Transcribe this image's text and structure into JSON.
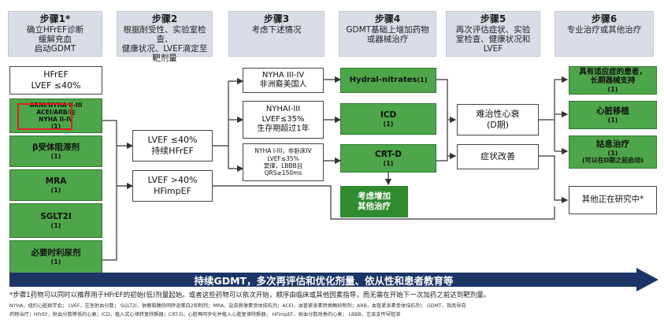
{
  "steps": [
    {
      "title": "步骤1*",
      "desc": [
        "确立HFrEF诊断",
        "缓解充血",
        "启动GDMT"
      ]
    },
    {
      "title": "步骤2",
      "desc": [
        "根据耐受性、实验室检查、",
        "健康状况、LVEF滴定至",
        "靶剂量"
      ]
    },
    {
      "title": "步骤3",
      "desc": [
        "考虑下述情况"
      ]
    },
    {
      "title": "步骤4",
      "desc": [
        "GDMT基础上增加药物",
        "或器械治疗"
      ]
    },
    {
      "title": "步骤5",
      "desc": [
        "再次评估症状、实验",
        "室检查、健康状况和",
        "LVEF"
      ]
    },
    {
      "title": "步骤6",
      "desc": [
        "专业治疗或其他治疗"
      ]
    }
  ],
  "col1": {
    "hfref_line1": "HFrEF",
    "hfref_line2": "LVEF ≤40%",
    "arni_line1": "ARNI/NYHA II-III",
    "arni_line2": "ACEI/ARB/在",
    "arni_line3": "NYHA II-IV",
    "arni_note": "(1)",
    "drugs": [
      {
        "name": "β受体阻滞剂",
        "note": "(1)"
      },
      {
        "name": "MRA",
        "note": "(1)"
      },
      {
        "name": "SGLT2I",
        "note": "(1)"
      },
      {
        "name": "必要时利尿剂",
        "note": "(1)"
      }
    ]
  },
  "col2": {
    "a_line1": "LVEF ≤40%",
    "a_line2": "持续HFrEF",
    "b_line1": "LVEF >40%",
    "b_line2": "HFimpEF"
  },
  "col3": [
    {
      "lines": [
        "NYHA III-IV",
        "非洲裔美国人"
      ]
    },
    {
      "lines": [
        "NYHAⅠ-III",
        "LVEF≤35%",
        "生存期超过1年"
      ]
    },
    {
      "lines": [
        "NYHA I-III，非卧床IV",
        "LVEF≤35%",
        "窦律，LBBB且",
        "QRS≥150ms"
      ]
    }
  ],
  "col4": {
    "items": [
      {
        "name": "Hydral-nitrates",
        "note": "(1)"
      },
      {
        "name": "ICD",
        "note": "(1)"
      },
      {
        "name": "CRT-D",
        "note": "(1)"
      }
    ],
    "extra_line1": "考虑增加",
    "extra_line2": "其他治疗"
  },
  "col5": {
    "refractory_line1": "难治性心衰",
    "refractory_line2": "(D期)",
    "improve": "症状改善"
  },
  "col6": {
    "device_line1": "具有适应症的患者，",
    "device_line2": "长期器械支持",
    "device_note": "(1)",
    "transplant": "心脏移植",
    "transplant_note": "(1)",
    "palliative": "姑息治疗",
    "palliative_note": "(1)",
    "palliative_sub": "(可以在D期之前启动)",
    "research": "其他正在研究中*"
  },
  "band_text": "持续GDMT，多次再评估和优化剂量、依从性和患者教育等",
  "footnote": "*步骤1药物可以同时以推荐用于HFrEF的初始(低)剂量起始。或者这些药物可以依次开始，顺序由临床或其他因素指导，而无需在开始下一次加药之前达到靶剂量。",
  "legend_line1": "NYHA，纽约心脏病学会； LVEF，左室射血分数； SGLT2I，钠葡萄糖协同转运蛋白2抑制剂；MRA，盐皮质激素受体拮抗剂；ACEI，血管紧张素转换酶抑制剂；ARB，血管紧张素受体拮抗剂； GDMT，指南导向",
  "legend_line2": "药物治疗；HFrEF，射血分数降低的心衰；ICD，植入式心律转复除颤器；CRT-D，心脏再同步化并植入心脏复律除颤器； HFimpEF，射血分数改善的心衰； LBBB，左束支传导阻滞",
  "colors": {
    "green": "#4ea64a",
    "dark_green": "#2e8b2e",
    "band": "#1d3566",
    "step_bg": "#d9dde6",
    "highlight": "#e02020"
  }
}
